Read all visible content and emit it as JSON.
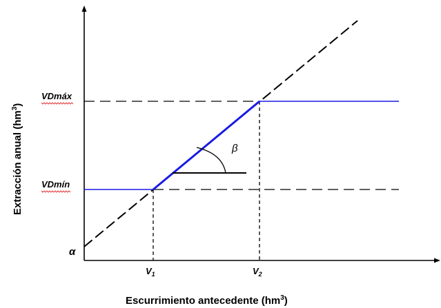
{
  "diagram": {
    "x_axis_label": "Escurrimiento antecedente (hm",
    "x_axis_label_sup": "3",
    "x_axis_label_close": ")",
    "y_axis_label": "Extracción anual (hm",
    "y_axis_label_sup": "3",
    "y_axis_label_close": ")",
    "vd_max_label": "VDmáx",
    "vd_min_label": "VDmín",
    "alpha_label": "α",
    "beta_label": "β",
    "v1_label": "V",
    "v1_sub": "1",
    "v2_label": "V",
    "v2_sub": "2",
    "colors": {
      "axis": "#000000",
      "rule_line": "#1a1ae6",
      "dashed": "#000000",
      "spellcheck": "#e23a3a"
    }
  }
}
